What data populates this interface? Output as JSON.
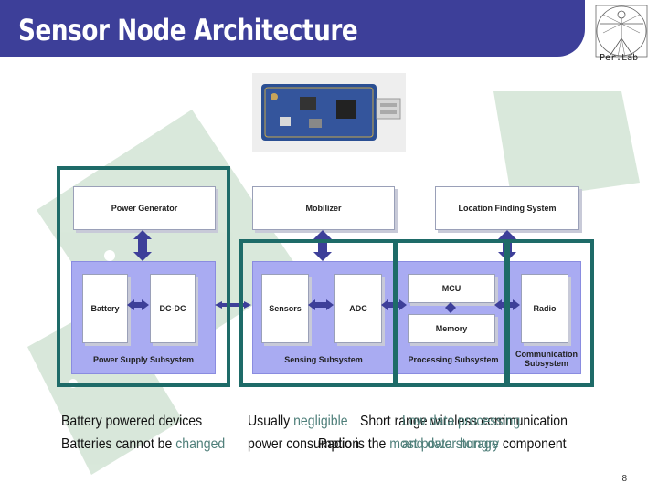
{
  "slide": {
    "title": "Sensor Node Architecture",
    "logo_text": "Per.Lab",
    "page_number": "8"
  },
  "diagram": {
    "top_blocks": [
      "Power Generator",
      "Mobilizer",
      "Location Finding System"
    ],
    "power_supply": {
      "blocks": [
        "Battery",
        "DC-DC"
      ],
      "label": "Power Supply Subsystem"
    },
    "sensing": {
      "blocks": [
        "Sensors",
        "ADC"
      ],
      "label": "Sensing Subsystem"
    },
    "processing": {
      "blocks": [
        "MCU",
        "Memory"
      ],
      "label": "Processing Subsystem"
    },
    "communication": {
      "blocks": [
        "Radio"
      ],
      "label": "Communication Subsystem"
    }
  },
  "captions": {
    "line1_a": "Battery powered devices",
    "line1_b_pre": "Usually ",
    "line1_b_hl": "negligible",
    "line1_c": "Short range wireless communication",
    "line1_d": "Low data processing",
    "line2_a_pre": "Batteries cannot be ",
    "line2_a_hl": "changed",
    "line2_b": "power consumption",
    "line2_c_pre": "Radio is the ",
    "line2_c_hl": "most power hungry",
    "line2_c_post": " component",
    "line2_d": "and data storage"
  },
  "colors": {
    "header": "#3d3f99",
    "frame": "#1e6b68",
    "panel": "#a9abf2",
    "arrow": "#3d3f99",
    "highlight": "#4f7f7a"
  }
}
